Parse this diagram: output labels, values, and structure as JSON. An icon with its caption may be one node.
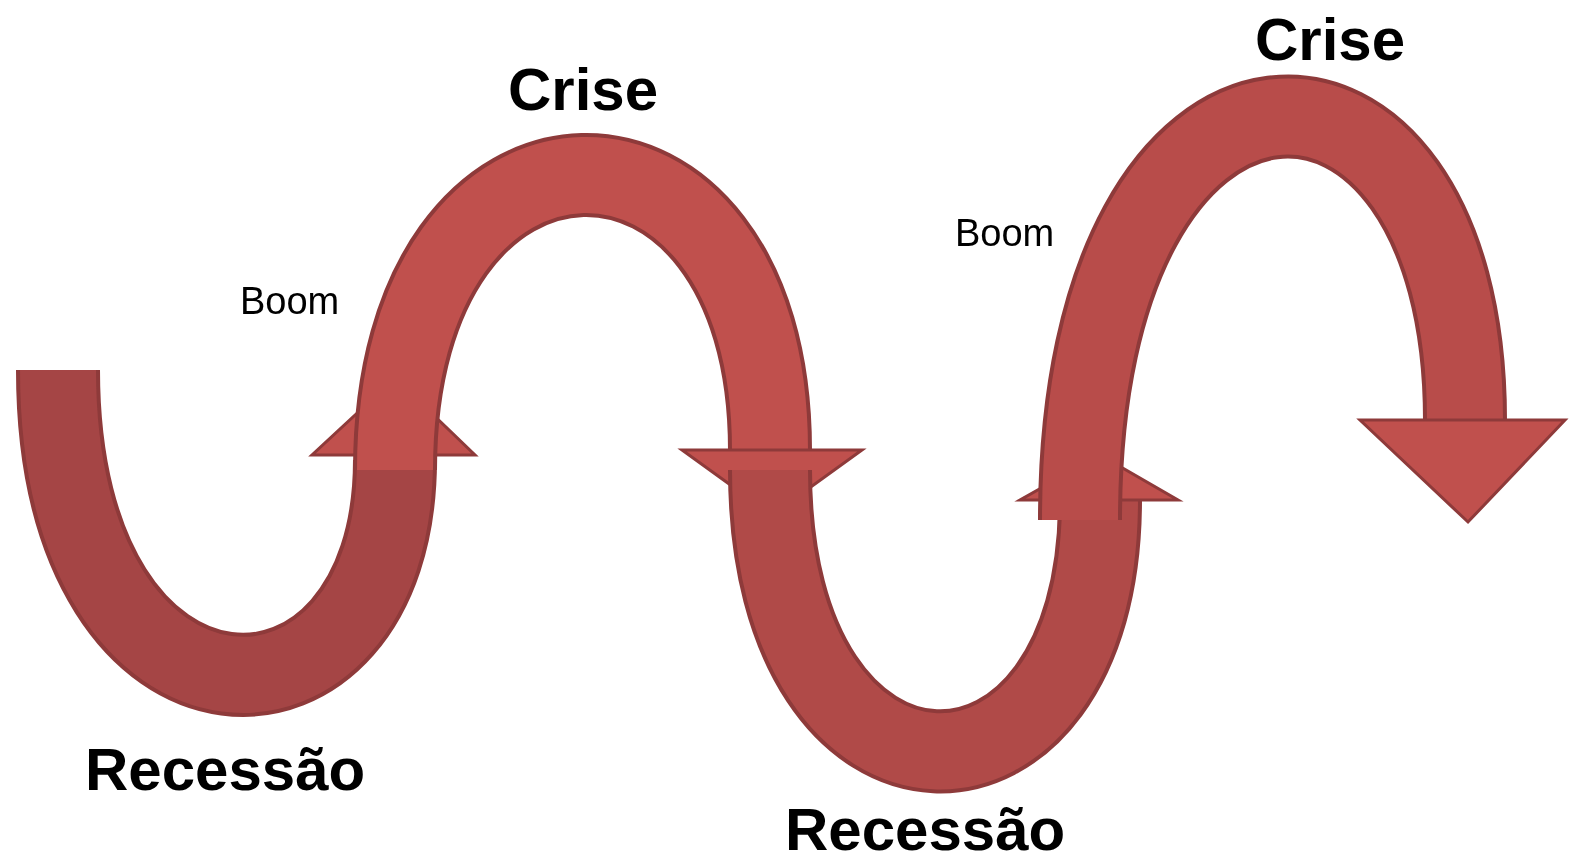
{
  "diagram": {
    "labels": [
      "Crise",
      "Crise",
      "Boom",
      "Boom",
      "Recessão",
      "Recessão"
    ]
  }
}
